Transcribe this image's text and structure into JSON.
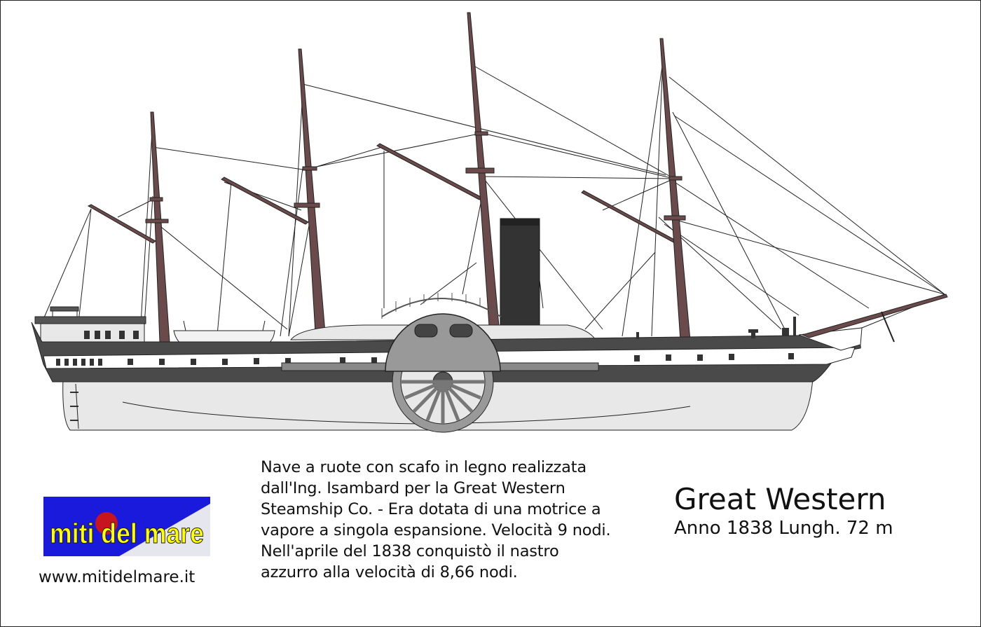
{
  "logo": {
    "text": "miti del mare",
    "colors": {
      "background": "#1a1adc",
      "text": "#ffff00",
      "accent": "#c8141e"
    }
  },
  "website": "www.mitidelmare.it",
  "description": [
    "Nave a ruote con scafo in legno realizzata",
    "dall'Ing. Isambard per la Great Western",
    "Steamship Co. - Era dotata di una motrice a",
    "vapore a singola espansione. Velocità 9 nodi.",
    "Nell'aprile del 1838 conquistò il nastro",
    "azzurro alla velocità di 8,66 nodi."
  ],
  "ship": {
    "name": "Great Western",
    "specs": "Anno 1838  Lungh. 72 m",
    "colors": {
      "hull_dark": "#4a4a4a",
      "hull_light": "#e8e8e8",
      "mast": "#6a4a4a",
      "funnel": "#333333"
    }
  }
}
